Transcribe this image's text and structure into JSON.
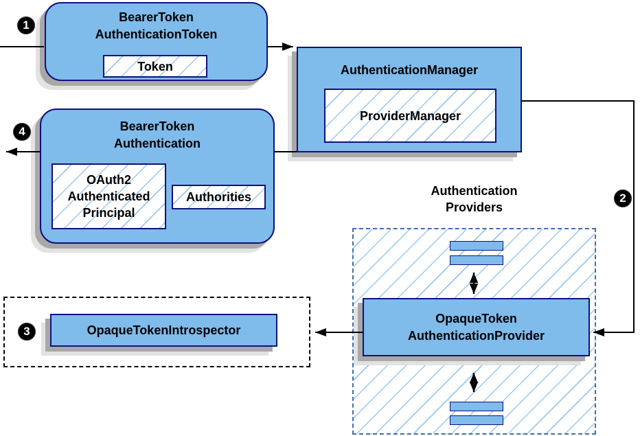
{
  "colors": {
    "box-fill": "#7FBBEB",
    "box-border": "#10107B",
    "hatch-line": "#9AC7F0",
    "dashed-blue": "#3D6DAD",
    "shadow-dark": "#A8A8A8",
    "shadow-light": "#E2E2E2",
    "arrow": "#000000",
    "badge-bg": "#000000",
    "badge-text": "#FFFFFF"
  },
  "badges": {
    "step1": "1",
    "step2": "2",
    "step3": "3",
    "step4": "4"
  },
  "nodes": {
    "bearer_token_authentication_token": {
      "lines": [
        "BearerToken",
        "AuthenticationToken"
      ],
      "token_label": "Token"
    },
    "authentication_manager": {
      "title": "AuthenticationManager",
      "provider_manager_label": "ProviderManager"
    },
    "bearer_token_authentication": {
      "lines": [
        "BearerToken",
        "Authentication"
      ],
      "principal_lines": [
        "OAuth2",
        "Authenticated",
        "Principal"
      ],
      "authorities_label": "Authorities"
    },
    "authentication_providers": {
      "lines": [
        "Authentication",
        "Providers"
      ]
    },
    "opaque_token_authentication_provider": {
      "lines": [
        "OpaqueToken",
        "AuthenticationProvider"
      ]
    },
    "opaque_token_introspector": {
      "label": "OpaqueTokenIntrospector"
    }
  }
}
